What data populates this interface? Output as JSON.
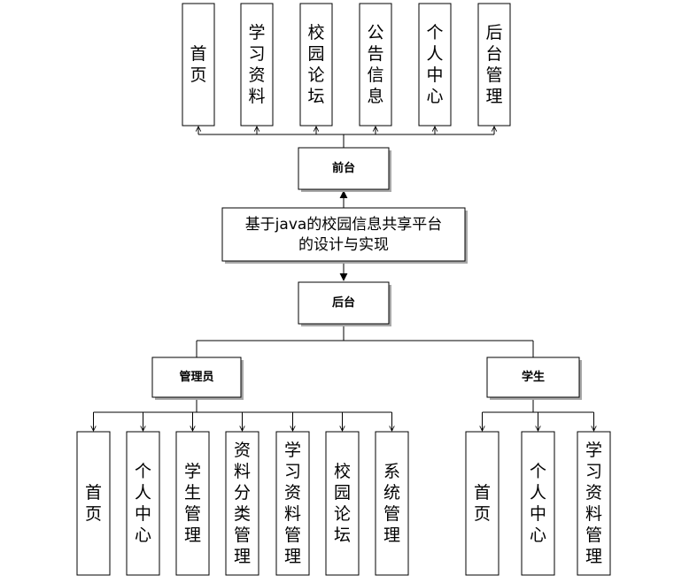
{
  "title": {
    "line1": "基于java的校园信息共享平台",
    "line2": "的设计与实现"
  },
  "front": {
    "label": "前台",
    "modules": [
      "首页",
      "学习资料",
      "校园论坛",
      "公告信息",
      "个人中心",
      "后台管理"
    ]
  },
  "back": {
    "label": "后台",
    "admin": {
      "label": "管理员",
      "modules": [
        "首页",
        "个人中心",
        "学生管理",
        "资料分类管理",
        "学习资料管理",
        "校园论坛",
        "系统管理"
      ]
    },
    "student": {
      "label": "学生",
      "modules": [
        "首页",
        "个人中心",
        "学习资料管理"
      ]
    }
  }
}
